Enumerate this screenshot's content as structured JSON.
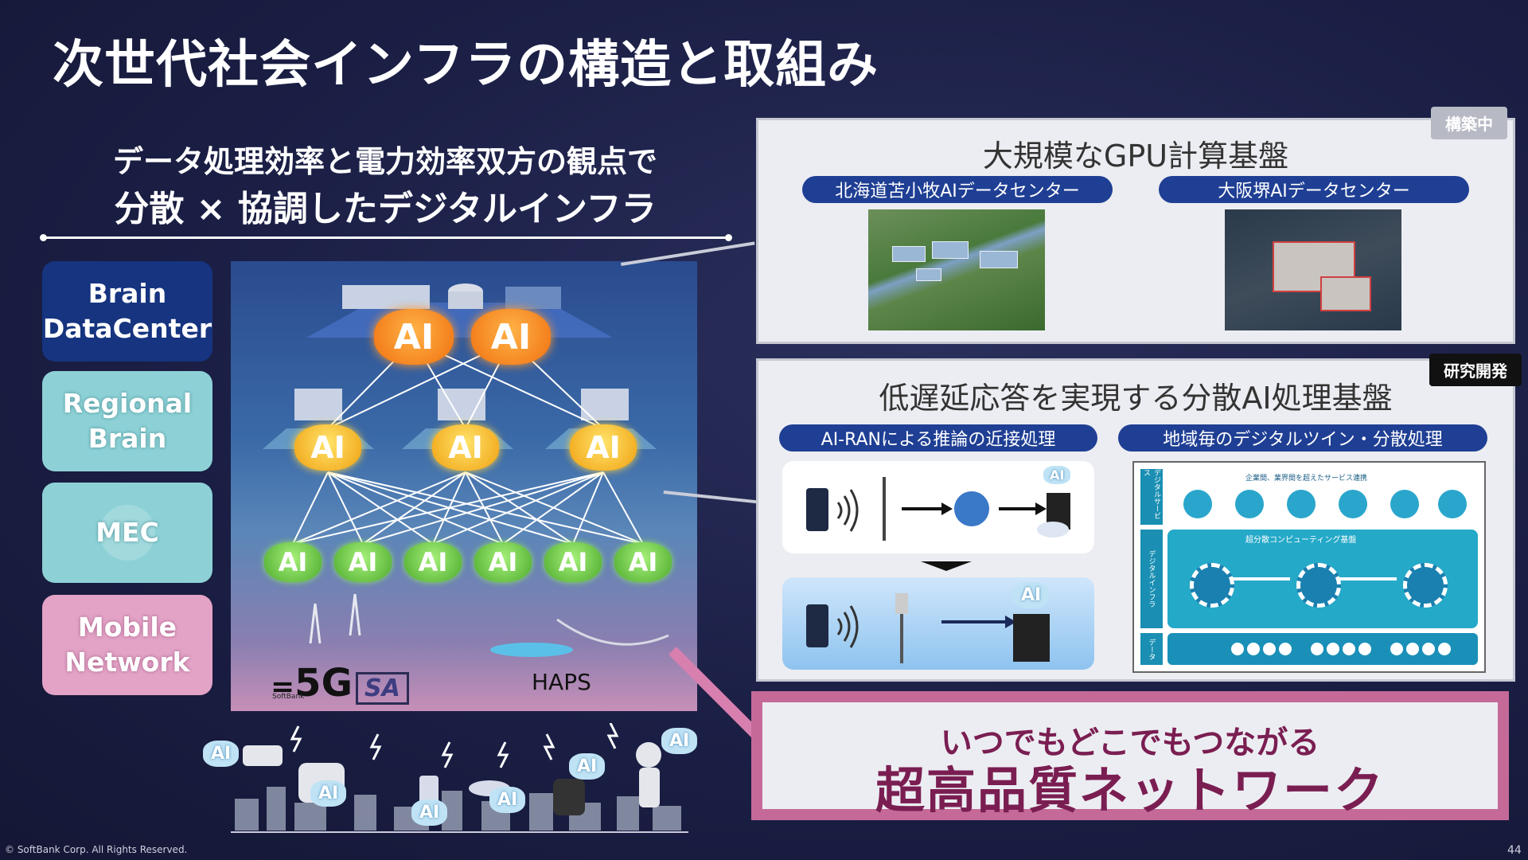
{
  "title": "次世代社会インフラの構造と取組み",
  "subtitle": {
    "line1": "データ処理効率と電力効率双方の観点で",
    "line2": "分散 × 協調したデジタルインフラ"
  },
  "tiers": [
    {
      "label": "Brain\nDataCenter"
    },
    {
      "label": "Regional\nBrain"
    },
    {
      "label": "MEC"
    },
    {
      "label": "Mobile\nNetwork"
    }
  ],
  "diagram": {
    "ai_label": "AI",
    "network_label": "5G",
    "network_badge": "SA",
    "brand_small": "SoftBank",
    "haps_label": "HAPS"
  },
  "gpu_panel": {
    "tag": "構築中",
    "title": "大規模なGPU計算基盤",
    "sites": [
      {
        "name": "北海道苫小牧AIデータセンター"
      },
      {
        "name": "大阪堺AIデータセンター"
      }
    ]
  },
  "ai_panel": {
    "tag": "研究開発",
    "title": "低遅延応答を実現する分散AI処理基盤",
    "left_heading": "AI-RANによる推論の近接処理",
    "right_heading": "地域毎のデジタルツイン・分散処理",
    "twin_labels": {
      "top": "企業間、業界間を超えたサービス連携",
      "middle": "超分散コンピューティング基盤",
      "side_service": "デジタルサービス",
      "side_infra": "デジタルインフラ",
      "side_data": "データ"
    }
  },
  "network_box": {
    "line1": "いつでもどこでもつながる",
    "line2": "超高品質ネットワーク"
  },
  "footer": {
    "copyright": "© SoftBank Corp. All Rights Reserved.",
    "page": "44"
  },
  "colors": {
    "background": "#1b1f45",
    "brain_tier": "#16347f",
    "teal_tier": "#8dd1d6",
    "pink_tier": "#e2a3c6",
    "pill": "#1f3f94",
    "network_accent": "#c56a98",
    "network_text": "#7a1e52"
  }
}
